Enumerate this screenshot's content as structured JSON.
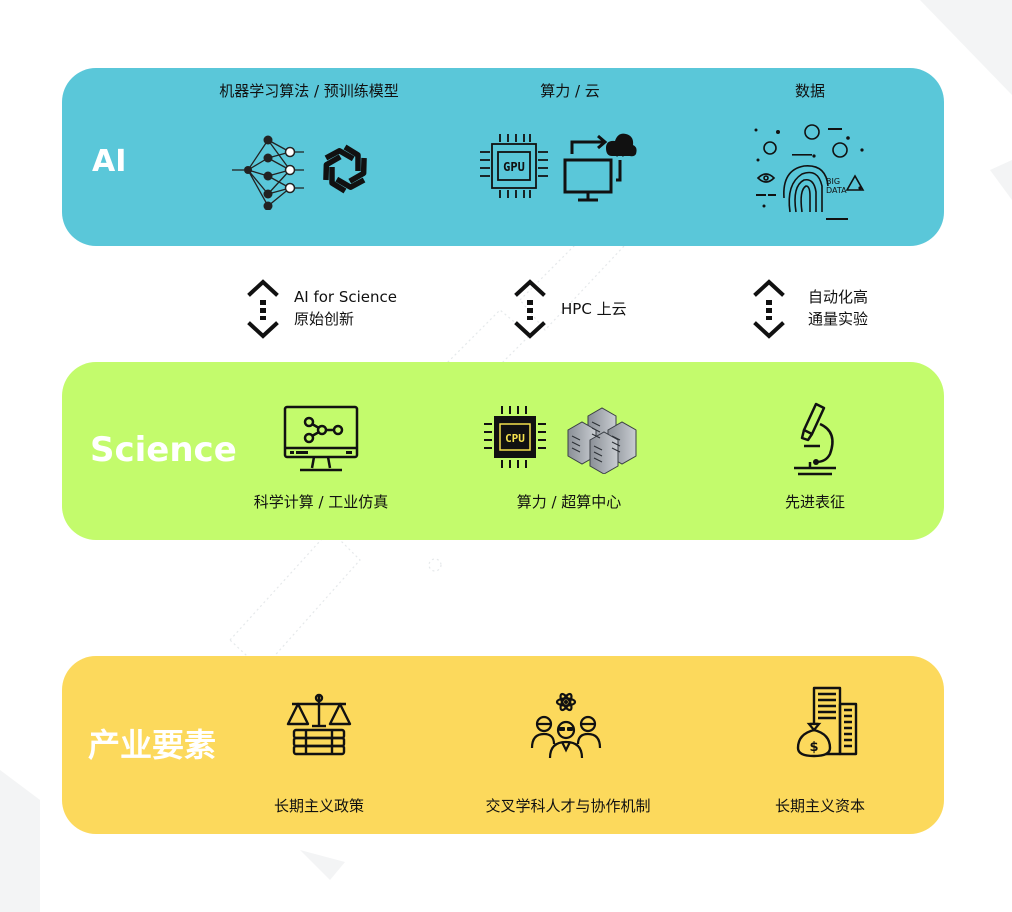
{
  "ai_band": {
    "title": "AI",
    "color": "#5ac7d9",
    "columns": [
      {
        "label": "机器学习算法 / 预训练模型",
        "icons": [
          "neural-network-icon",
          "openai-logo-icon"
        ]
      },
      {
        "label": "算力 / 云",
        "icons": [
          "gpu-chip-icon",
          "cloud-sync-monitor-icon"
        ]
      },
      {
        "label": "数据",
        "icons": [
          "big-data-icon"
        ]
      }
    ],
    "big_data_text_1": "BIG",
    "big_data_text_2": "DATA",
    "gpu_text": "GPU"
  },
  "connectors": [
    {
      "line1": "AI for Science",
      "line2": "原始创新"
    },
    {
      "line1": "HPC 上云",
      "line2": ""
    },
    {
      "line1": "自动化高",
      "line2": "通量实验"
    }
  ],
  "science_band": {
    "title": "Science",
    "color": "#c3fb6c",
    "columns": [
      {
        "label": "科学计算 / 工业仿真",
        "icons": [
          "computer-molecule-icon"
        ]
      },
      {
        "label": "算力 / 超算中心",
        "icons": [
          "cpu-chip-icon",
          "server-cluster-icon"
        ]
      },
      {
        "label": "先进表征",
        "icons": [
          "microscope-icon"
        ]
      }
    ],
    "cpu_text": "CPU"
  },
  "industry_band": {
    "title": "产业要素",
    "color": "#fcd95c",
    "columns": [
      {
        "label": "长期主义政策",
        "icons": [
          "scales-of-justice-icon"
        ]
      },
      {
        "label": "交叉学科人才与协作机制",
        "icons": [
          "team-scientists-icon"
        ]
      },
      {
        "label": "长期主义资本",
        "icons": [
          "money-bag-buildings-icon"
        ]
      }
    ]
  }
}
